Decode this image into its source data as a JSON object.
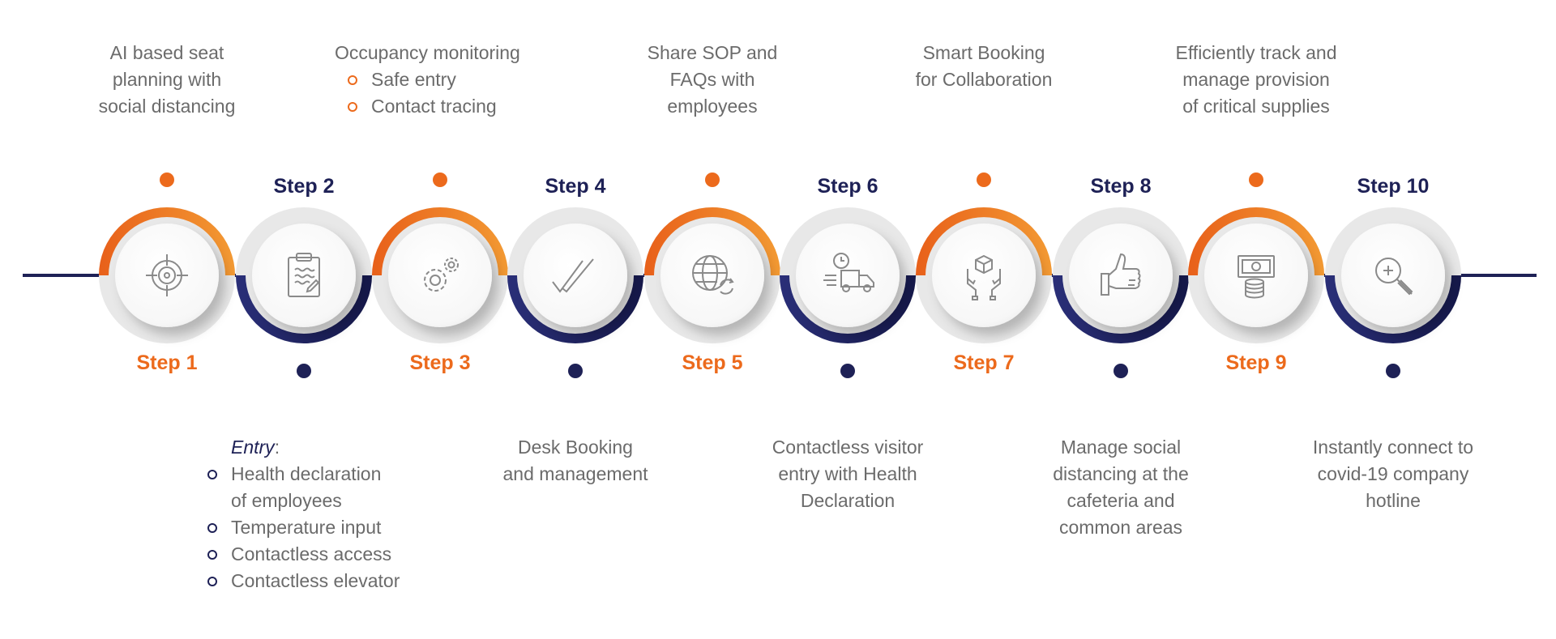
{
  "colors": {
    "orange": "#ec6a1c",
    "navy": "#1e2156",
    "text": "#6b6b6b",
    "ring": "#e6e6e6"
  },
  "steps": [
    {
      "label": "Step 1",
      "icon": "target-crosshair-icon",
      "accent": "orange"
    },
    {
      "label": "Step 2",
      "icon": "clipboard-icon",
      "accent": "navy"
    },
    {
      "label": "Step 3",
      "icon": "gears-icon",
      "accent": "orange"
    },
    {
      "label": "Step 4",
      "icon": "double-check-icon",
      "accent": "navy"
    },
    {
      "label": "Step 5",
      "icon": "globe-sync-icon",
      "accent": "orange"
    },
    {
      "label": "Step 6",
      "icon": "delivery-truck-clock-icon",
      "accent": "navy"
    },
    {
      "label": "Step 7",
      "icon": "hands-box-icon",
      "accent": "orange"
    },
    {
      "label": "Step 8",
      "icon": "thumbs-up-icon",
      "accent": "navy"
    },
    {
      "label": "Step 9",
      "icon": "money-coins-icon",
      "accent": "orange"
    },
    {
      "label": "Step 10",
      "icon": "magnifier-plus-icon",
      "accent": "navy"
    }
  ],
  "top_descriptions": {
    "step1": [
      "AI based seat",
      "planning with",
      "social distancing"
    ],
    "step3": {
      "title": "Occupancy monitoring",
      "bullets": [
        "Safe entry",
        "Contact tracing"
      ]
    },
    "step5": [
      "Share SOP and",
      "FAQs with",
      "employees"
    ],
    "step7": [
      "Smart Booking",
      "for Collaboration"
    ],
    "step9": [
      "Efficiently track and",
      "manage provision",
      "of critical supplies"
    ]
  },
  "bottom_descriptions": {
    "step2": {
      "title": "Entry",
      "title_suffix": ":",
      "bullets": [
        [
          "Health declaration",
          "of employees"
        ],
        [
          "Temperature input"
        ],
        [
          "Contactless access"
        ],
        [
          "Contactless elevator"
        ]
      ]
    },
    "step4": [
      "Desk Booking",
      "and management"
    ],
    "step6": [
      "Contactless visitor",
      "entry with Health",
      "Declaration"
    ],
    "step8": [
      "Manage social",
      "distancing at the",
      "cafeteria and",
      "common areas"
    ],
    "step10": [
      "Instantly connect to",
      "covid-19 company",
      "hotline"
    ]
  }
}
